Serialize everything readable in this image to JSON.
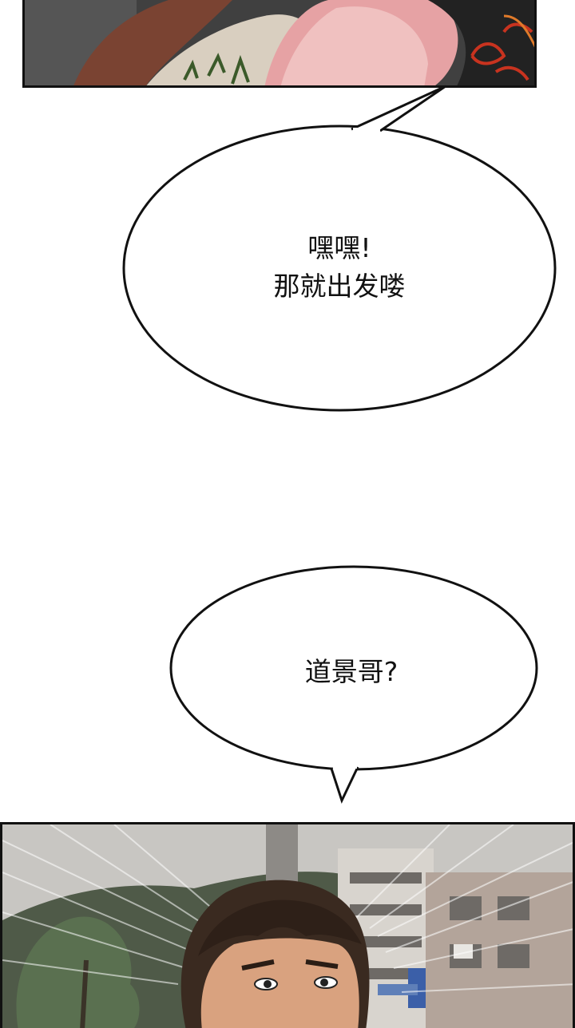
{
  "bubbles": [
    {
      "lines": [
        "嘿嘿!",
        "那就出发喽"
      ]
    },
    {
      "lines": [
        "道景哥?"
      ]
    }
  ]
}
